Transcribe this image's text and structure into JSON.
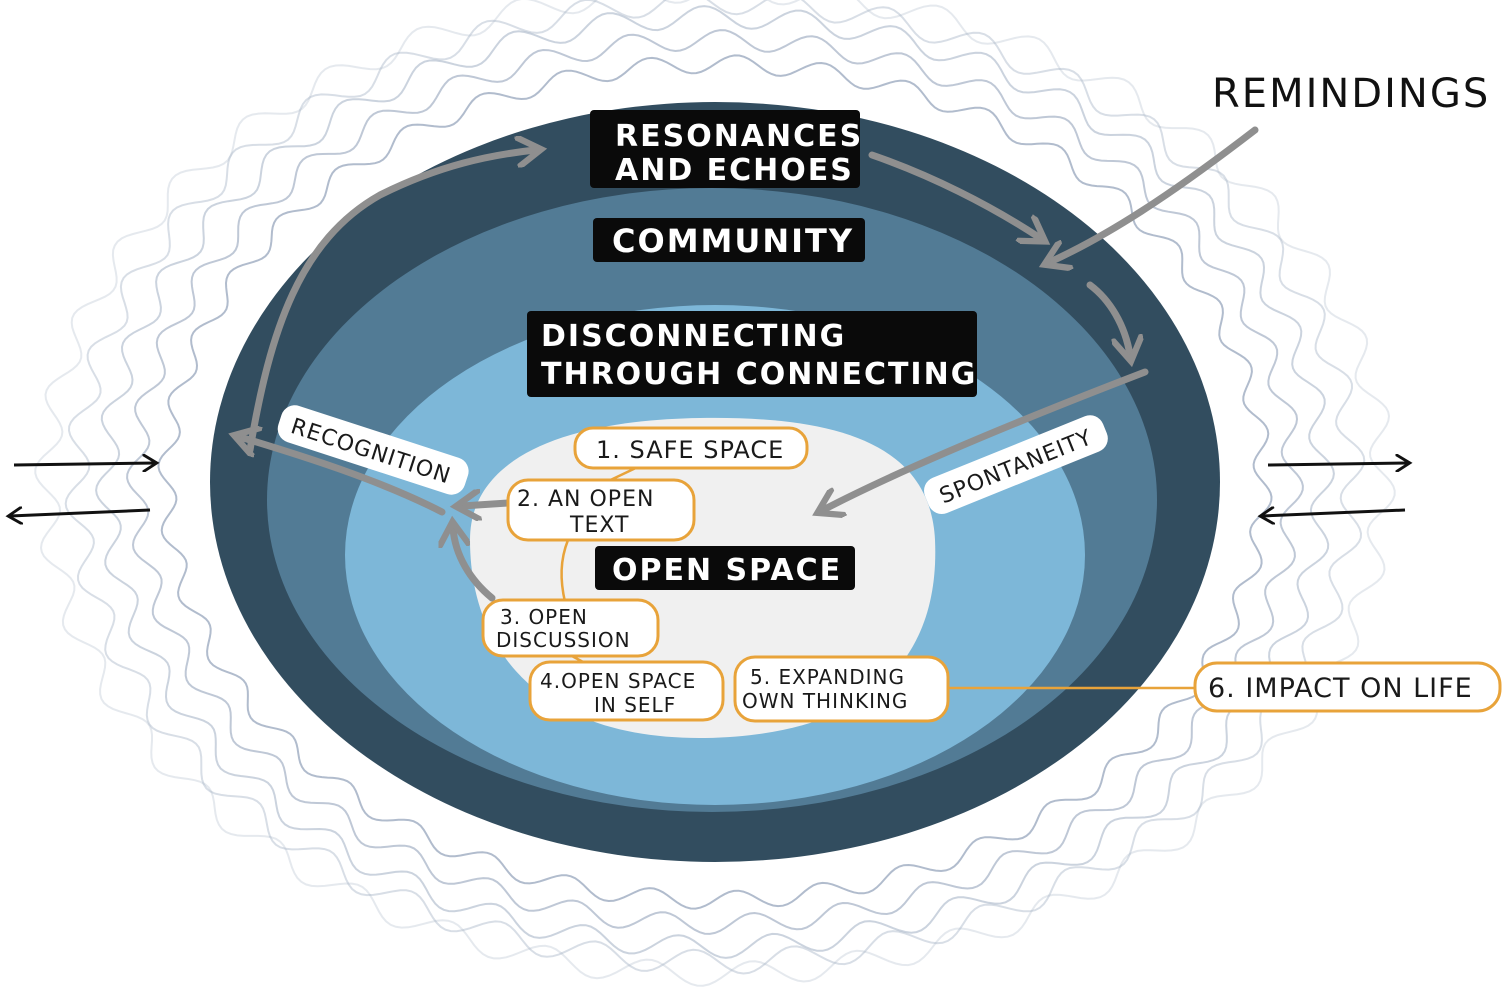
{
  "labels": {
    "remindings": "REMINDINGS",
    "resonances_line1": "RESONANCES",
    "resonances_line2": "AND ECHOES",
    "community": "COMMUNITY",
    "disconnecting_line1": "DISCONNECTING",
    "disconnecting_line2": "THROUGH CONNECTING",
    "open_space": "OPEN SPACE",
    "recognition": "RECOGNITION",
    "spontaneity": "SPONTANEITY"
  },
  "steps": {
    "s1": "1. SAFE SPACE",
    "s2_line1": "2. AN OPEN",
    "s2_line2": "TEXT",
    "s3_line1": "3. OPEN",
    "s3_line2": "DISCUSSION",
    "s4_line1": "4.OPEN SPACE",
    "s4_line2": "IN SELF",
    "s5_line1": "5. EXPANDING",
    "s5_line2": "OWN THINKING",
    "s6": "6. IMPACT ON LIFE"
  },
  "colors": {
    "outer_ring": "#324d5f",
    "middle_ring": "#527b95",
    "inner_ring": "#7db7d8",
    "core": "#f0f0f0",
    "banner": "#0a0a0a",
    "pill_border": "#e8a33a",
    "arrow_gray": "#8f8f8f",
    "wave": "#a9b5c8"
  }
}
